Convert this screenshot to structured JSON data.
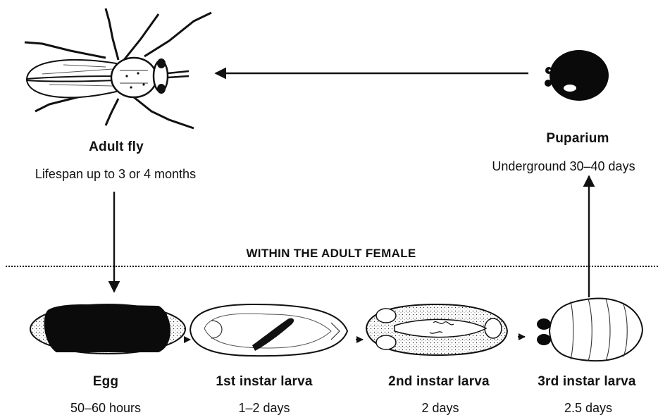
{
  "stages": {
    "adult_fly": {
      "name": "Adult fly",
      "duration": "Lifespan up to 3 or 4 months"
    },
    "puparium": {
      "name": "Puparium",
      "duration": "Underground 30–40 days"
    },
    "egg": {
      "name": "Egg",
      "duration": "50–60 hours"
    },
    "larva1": {
      "name": "1st instar larva",
      "duration": "1–2 days"
    },
    "larva2": {
      "name": "2nd instar larva",
      "duration": "2 days"
    },
    "larva3": {
      "name": "3rd instar larva",
      "duration": "2.5 days"
    }
  },
  "divider": {
    "label": "WITHIN THE ADULT FEMALE"
  }
}
